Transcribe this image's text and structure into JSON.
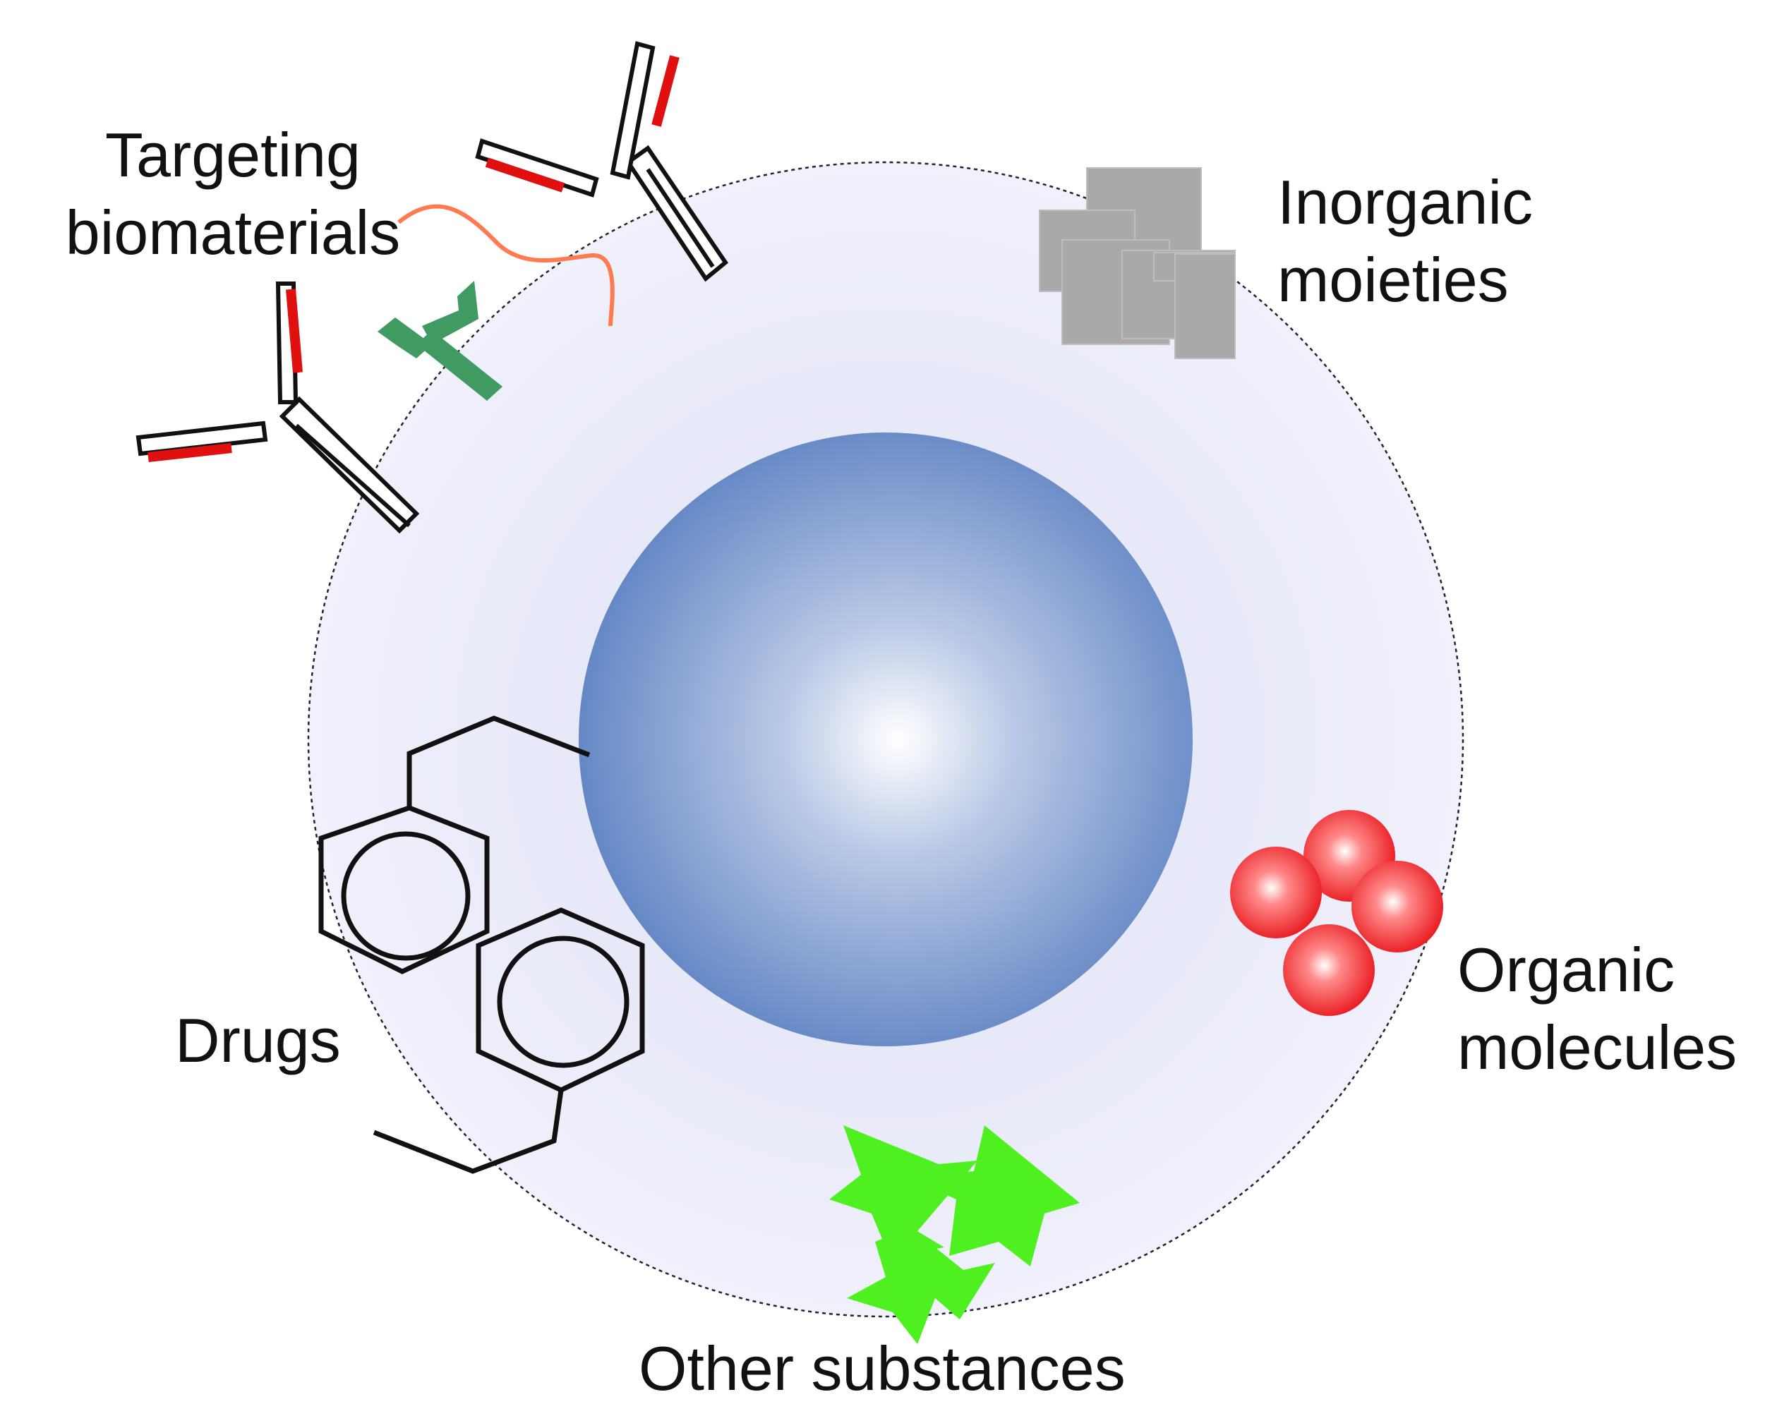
{
  "labels": {
    "targeting": [
      "Targeting",
      "biomaterials"
    ],
    "inorganic": [
      "Inorganic",
      "moieties"
    ],
    "drugs": "Drugs",
    "organic": [
      "Organic",
      "molecules"
    ],
    "other": "Other substances"
  },
  "colors": {
    "shell": "#eeeefb",
    "core_center": "#ffffff",
    "core_edge": "#5d82c2",
    "antibody_tip": "#e01010",
    "peptide": "#ff7b4f",
    "aptamer": "#3f9b62",
    "inorganic": "#a9a9a9",
    "organic_sphere": "#ff2a2a",
    "other_star": "#4ff01f"
  }
}
